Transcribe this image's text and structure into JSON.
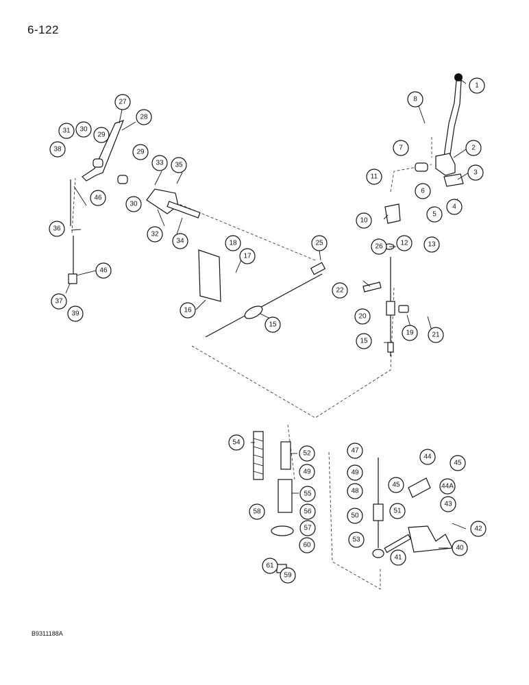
{
  "page": {
    "number": "6-122",
    "figure_code": "B9311188A"
  },
  "callouts": [
    "1",
    "2",
    "3",
    "4",
    "5",
    "6",
    "7",
    "8",
    "10",
    "11",
    "12",
    "13",
    "15",
    "15",
    "16",
    "17",
    "18",
    "19",
    "20",
    "21",
    "22",
    "25",
    "26",
    "27",
    "28",
    "29",
    "29",
    "30",
    "30",
    "31",
    "32",
    "33",
    "34",
    "35",
    "36",
    "37",
    "38",
    "39",
    "40",
    "41",
    "42",
    "43",
    "44",
    "44A",
    "45",
    "45",
    "46",
    "46",
    "47",
    "48",
    "49",
    "49",
    "50",
    "51",
    "52",
    "53",
    "54",
    "55",
    "56",
    "57",
    "58",
    "59",
    "60",
    "61"
  ]
}
